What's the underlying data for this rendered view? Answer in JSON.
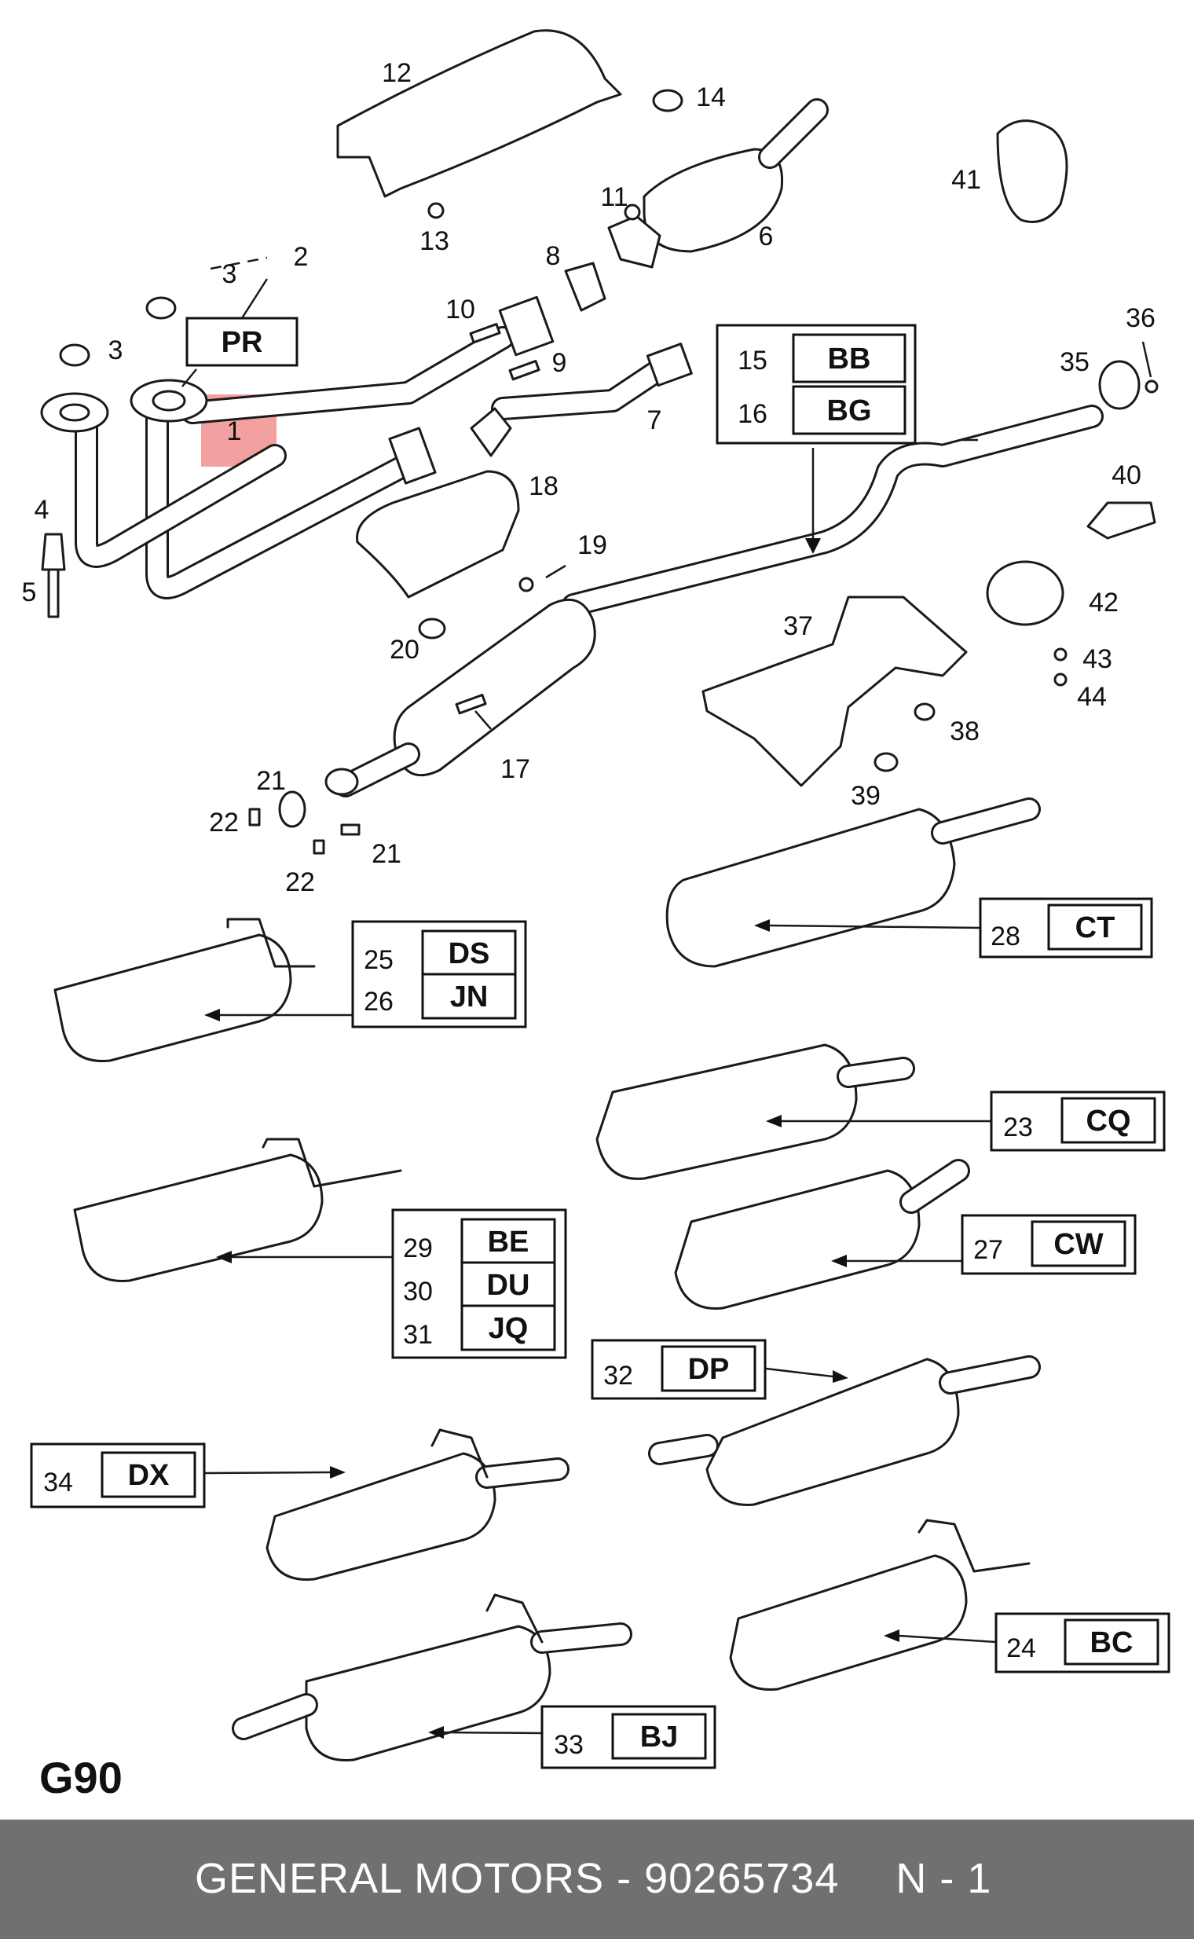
{
  "page_code": "G90",
  "highlight_color": "#f2a0a0",
  "footer": {
    "brand": "GENERAL MOTORS",
    "separator": " - ",
    "part_number": "90265734",
    "page": "N - 1"
  },
  "callouts": [
    {
      "id": "n1",
      "label": "1"
    },
    {
      "id": "n2",
      "label": "2"
    },
    {
      "id": "n3a",
      "label": "3"
    },
    {
      "id": "n3b",
      "label": "3"
    },
    {
      "id": "n4",
      "label": "4"
    },
    {
      "id": "n5",
      "label": "5"
    },
    {
      "id": "n6",
      "label": "6"
    },
    {
      "id": "n7",
      "label": "7"
    },
    {
      "id": "n8",
      "label": "8"
    },
    {
      "id": "n9",
      "label": "9"
    },
    {
      "id": "n10",
      "label": "10"
    },
    {
      "id": "n11",
      "label": "11"
    },
    {
      "id": "n12",
      "label": "12"
    },
    {
      "id": "n13",
      "label": "13"
    },
    {
      "id": "n14",
      "label": "14"
    },
    {
      "id": "n17",
      "label": "17"
    },
    {
      "id": "n18",
      "label": "18"
    },
    {
      "id": "n19",
      "label": "19"
    },
    {
      "id": "n20",
      "label": "20"
    },
    {
      "id": "n21a",
      "label": "21"
    },
    {
      "id": "n21b",
      "label": "21"
    },
    {
      "id": "n22a",
      "label": "22"
    },
    {
      "id": "n22b",
      "label": "22"
    },
    {
      "id": "n35",
      "label": "35"
    },
    {
      "id": "n36",
      "label": "36"
    },
    {
      "id": "n37",
      "label": "37"
    },
    {
      "id": "n38",
      "label": "38"
    },
    {
      "id": "n39",
      "label": "39"
    },
    {
      "id": "n40",
      "label": "40"
    },
    {
      "id": "n41",
      "label": "41"
    },
    {
      "id": "n42",
      "label": "42"
    },
    {
      "id": "n43",
      "label": "43"
    },
    {
      "id": "n44",
      "label": "44"
    }
  ],
  "code_boxes": [
    {
      "id": "pr",
      "code": "PR"
    },
    {
      "id": "b15",
      "num": "15",
      "code": "BB"
    },
    {
      "id": "b16",
      "num": "16",
      "code": "BG"
    },
    {
      "id": "b28",
      "num": "28",
      "code": "CT"
    },
    {
      "id": "b25",
      "num": "25",
      "code": "DS"
    },
    {
      "id": "b26",
      "num": "26",
      "code": "JN"
    },
    {
      "id": "b23",
      "num": "23",
      "code": "CQ"
    },
    {
      "id": "b29",
      "num": "29",
      "code": "BE"
    },
    {
      "id": "b30",
      "num": "30",
      "code": "DU"
    },
    {
      "id": "b31",
      "num": "31",
      "code": "JQ"
    },
    {
      "id": "b27",
      "num": "27",
      "code": "CW"
    },
    {
      "id": "b32",
      "num": "32",
      "code": "DP"
    },
    {
      "id": "b34",
      "num": "34",
      "code": "DX"
    },
    {
      "id": "b24",
      "num": "24",
      "code": "BC"
    },
    {
      "id": "b33",
      "num": "33",
      "code": "BJ"
    }
  ]
}
